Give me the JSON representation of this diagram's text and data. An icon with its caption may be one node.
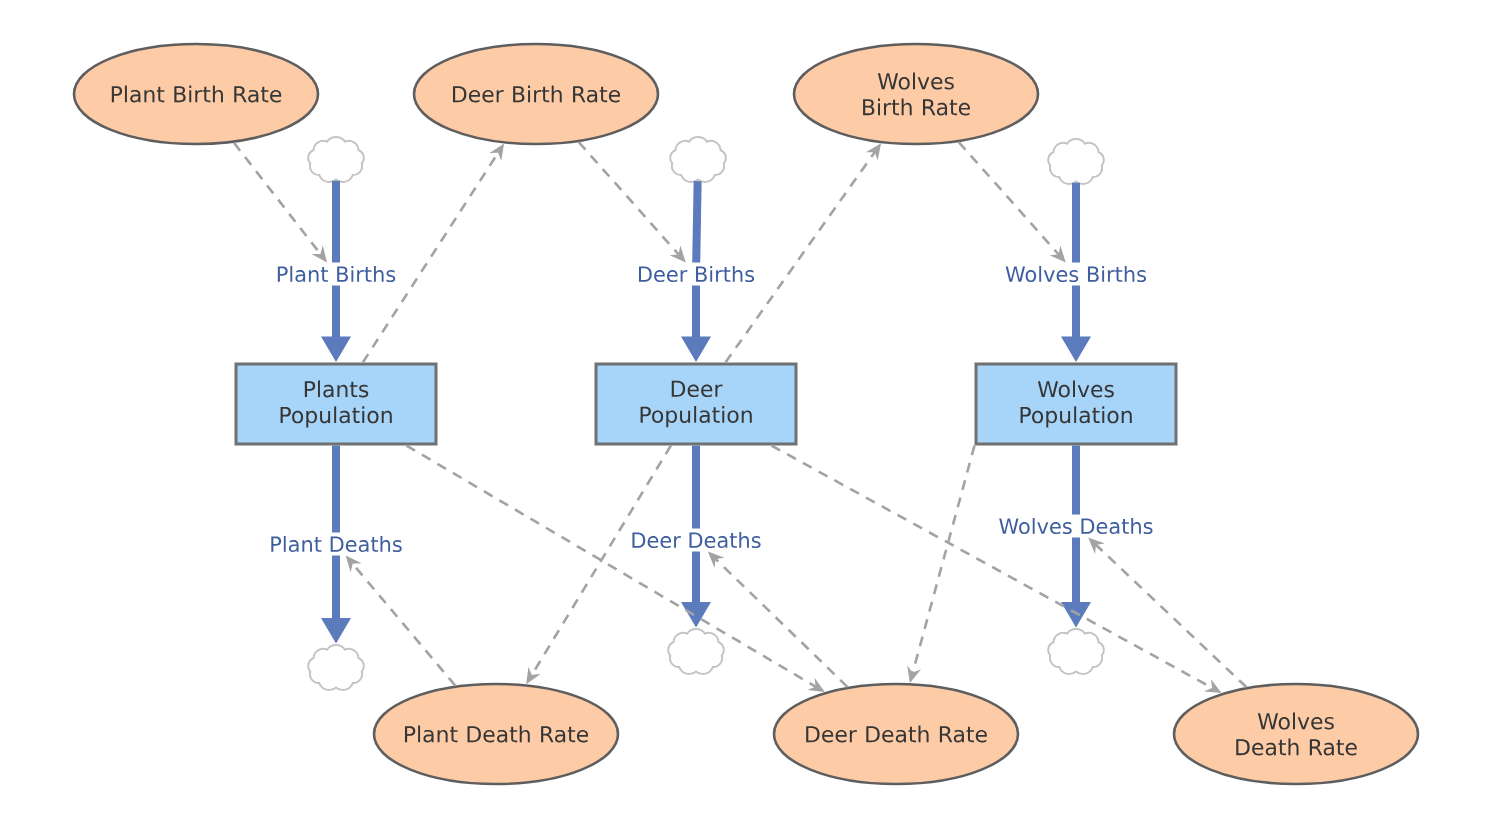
{
  "diagram": {
    "nodes": [
      {
        "text": [
          "Plant Birth Rate"
        ]
      },
      {
        "text": [
          "Deer Birth Rate"
        ]
      },
      {
        "text": [
          "Wolves Birth Rate"
        ]
      },
      {
        "text": [],
        "shape": "cloud"
      },
      {
        "text": [],
        "shape": "cloud"
      },
      {
        "text": [],
        "shape": "cloud"
      },
      {
        "text": [
          "Plant Births"
        ]
      },
      {
        "text": [
          "Deer Births"
        ]
      },
      {
        "text": [
          "Wolves Births"
        ]
      },
      {
        "text": [
          "Plants Population"
        ]
      },
      {
        "text": [
          "Deer Population"
        ]
      },
      {
        "text": [
          "Wolves Population"
        ]
      },
      {
        "text": [
          "Plant Deaths"
        ]
      },
      {
        "text": [
          "Deer Deaths"
        ]
      },
      {
        "text": [
          "Wolves Deaths"
        ]
      },
      {
        "text": [],
        "shape": "cloud"
      },
      {
        "text": [],
        "shape": "cloud"
      },
      {
        "text": [],
        "shape": "cloud"
      },
      {
        "text": [
          "Plant Death Rate"
        ]
      },
      {
        "text": [
          "Deer Death Rate"
        ]
      },
      {
        "text": [
          "Wolves Death Rate"
        ]
      }
    ],
    "edges": [
      {
        "from": 3,
        "to": 6,
        "arrow": "none",
        "style": "thick",
        "color": "#5b7bbd"
      },
      {
        "from": 6,
        "to": 9,
        "arrow": "to",
        "style": "thick",
        "color": "#5b7bbd"
      },
      {
        "from": 4,
        "to": 7,
        "arrow": "none",
        "style": "thick",
        "color": "#5b7bbd"
      },
      {
        "from": 7,
        "to": 10,
        "arrow": "to",
        "style": "thick",
        "color": "#5b7bbd"
      },
      {
        "from": 5,
        "to": 8,
        "arrow": "none",
        "style": "thick",
        "color": "#5b7bbd"
      },
      {
        "from": 8,
        "to": 11,
        "arrow": "to",
        "style": "thick",
        "color": "#5b7bbd"
      },
      {
        "from": 9,
        "to": 12,
        "arrow": "none",
        "style": "thick",
        "color": "#5b7bbd"
      },
      {
        "from": 12,
        "to": 15,
        "arrow": "to",
        "style": "thick",
        "color": "#5b7bbd"
      },
      {
        "from": 10,
        "to": 13,
        "arrow": "none",
        "style": "thick",
        "color": "#5b7bbd"
      },
      {
        "from": 13,
        "to": 16,
        "arrow": "to",
        "style": "thick",
        "color": "#5b7bbd"
      },
      {
        "from": 11,
        "to": 14,
        "arrow": "none",
        "style": "thick",
        "color": "#5b7bbd"
      },
      {
        "from": 14,
        "to": 17,
        "arrow": "to",
        "style": "thick",
        "color": "#5b7bbd"
      },
      {
        "from": 0,
        "to": 6,
        "arrow": "to",
        "style": "dashed"
      },
      {
        "from": 9,
        "to": 1,
        "arrow": "to",
        "style": "dashed"
      },
      {
        "from": 1,
        "to": 7,
        "arrow": "to",
        "style": "dashed"
      },
      {
        "from": 10,
        "to": 2,
        "arrow": "to",
        "style": "dashed"
      },
      {
        "from": 2,
        "to": 8,
        "arrow": "to",
        "style": "dashed"
      },
      {
        "from": 9,
        "to": 19,
        "arrow": "to",
        "style": "dashed"
      },
      {
        "from": 10,
        "to": 18,
        "arrow": "to",
        "style": "dashed"
      },
      {
        "from": 10,
        "to": 20,
        "arrow": "to",
        "style": "dashed"
      },
      {
        "from": 11,
        "to": 19,
        "arrow": "to",
        "style": "dashed"
      },
      {
        "from": 18,
        "to": 12,
        "arrow": "to",
        "style": "dashed"
      },
      {
        "from": 19,
        "to": 13,
        "arrow": "to",
        "style": "dashed"
      },
      {
        "from": 20,
        "to": 14,
        "arrow": "to",
        "style": "dashed"
      }
    ]
  }
}
